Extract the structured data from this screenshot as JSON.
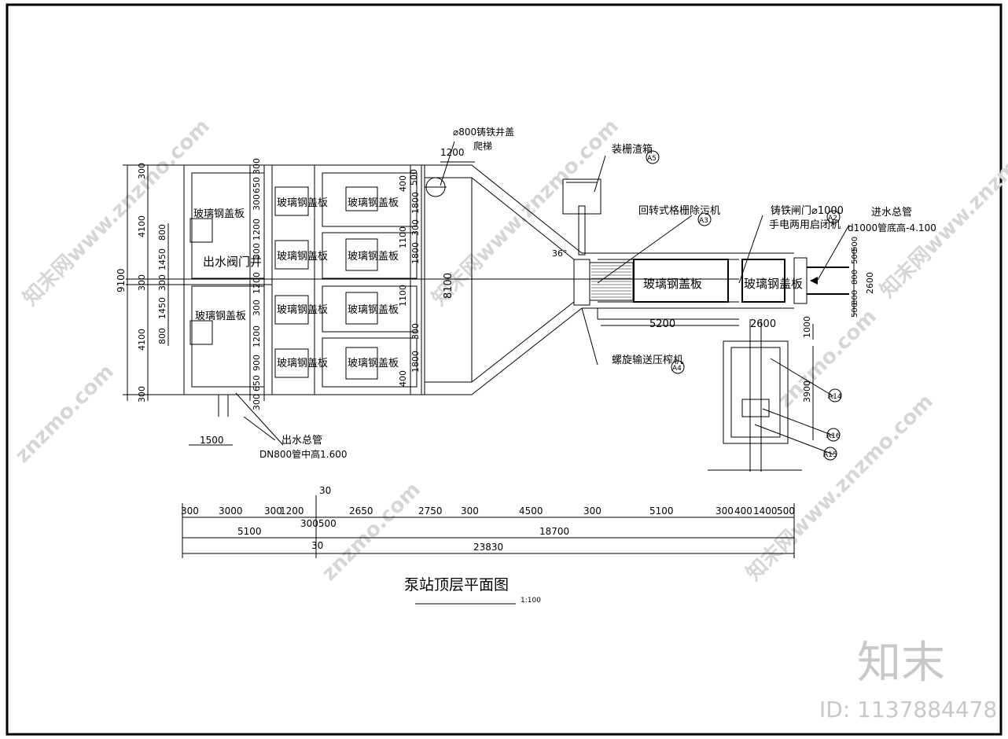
{
  "title": "泵站顶层平面图",
  "scale": "1:100",
  "id_label": "ID: 1137884478",
  "logo_text": "知末",
  "watermark_text": "znzmo.com",
  "watermark_text_cn": "知末网www.znzmo.com",
  "labels": {
    "panel_1": "玻璃钢盖板",
    "panel_2": "玻璃钢盖板",
    "panel_3": "玻璃钢盖板",
    "panel_4": "玻璃钢盖板",
    "panel_5": "玻璃钢盖板",
    "panel_6": "玻璃钢盖板",
    "panel_7": "玻璃钢盖板",
    "panel_8": "玻璃钢盖板",
    "panel_9": "玻璃钢盖板",
    "panel_10": "玻璃钢盖板",
    "panel_11": "玻璃钢盖板",
    "panel_12": "玻璃钢盖板",
    "outlet_valve_well": "出水阀门井",
    "manhole": "⌀800铸铁井盖",
    "ladder": "爬梯",
    "screen_box": "装栅渣箱",
    "rotary_screen": "回转式格栅除污机",
    "gate_valve": "铸铁闸门⌀1000",
    "gate_valve_2": "手电两用启闭机",
    "inlet_main": "进水总管",
    "inlet_main_2": "d1000管底高-4.100",
    "screw_press": "螺旋输送压榨机",
    "outlet_main": "出水总管",
    "outlet_main_2": "DN800管中高1.600",
    "angle": "36°",
    "tag_a2": "A2",
    "tag_a3": "A3",
    "tag_a4": "A4",
    "tag_a5": "A5",
    "tag_a14": "A14",
    "tag_a15": "A15",
    "tag_a16": "A16"
  },
  "dims_left": {
    "total": "9100",
    "d1": "300",
    "d2": "4100",
    "d3": "300",
    "d4": "4100",
    "d5": "300",
    "s1": "800",
    "s2": "1450",
    "s3": "300",
    "s4": "1450",
    "s5": "800"
  },
  "dims_col": [
    "300",
    "650",
    "300",
    "1200",
    "300",
    "1200",
    "300",
    "1200",
    "900",
    "650",
    "300"
  ],
  "dims_col2": [
    "400",
    "1800",
    "300",
    "1100",
    "1800",
    "1100",
    "300",
    "1800",
    "400"
  ],
  "dim_8100": "8100",
  "dim_1200": "1200",
  "dim_500": "500",
  "dim_5200": "5200",
  "dim_2600a": "2600",
  "dim_1000": "1000",
  "dim_3900": "3900",
  "dim_2600b": "2600",
  "dims_right": [
    "500",
    "800",
    "500",
    "800",
    "500"
  ],
  "dim_1500": "1500",
  "bottom_row1": [
    "300",
    "3000",
    "300",
    "1200",
    "2650",
    "2750",
    "300",
    "4500",
    "300",
    "5100",
    "300",
    "400",
    "1400",
    "500"
  ],
  "bottom_30a": "30",
  "bottom_300500": "300500",
  "bottom_row2": [
    "5100",
    "18700"
  ],
  "bottom_30b": "30",
  "bottom_total": "23830"
}
